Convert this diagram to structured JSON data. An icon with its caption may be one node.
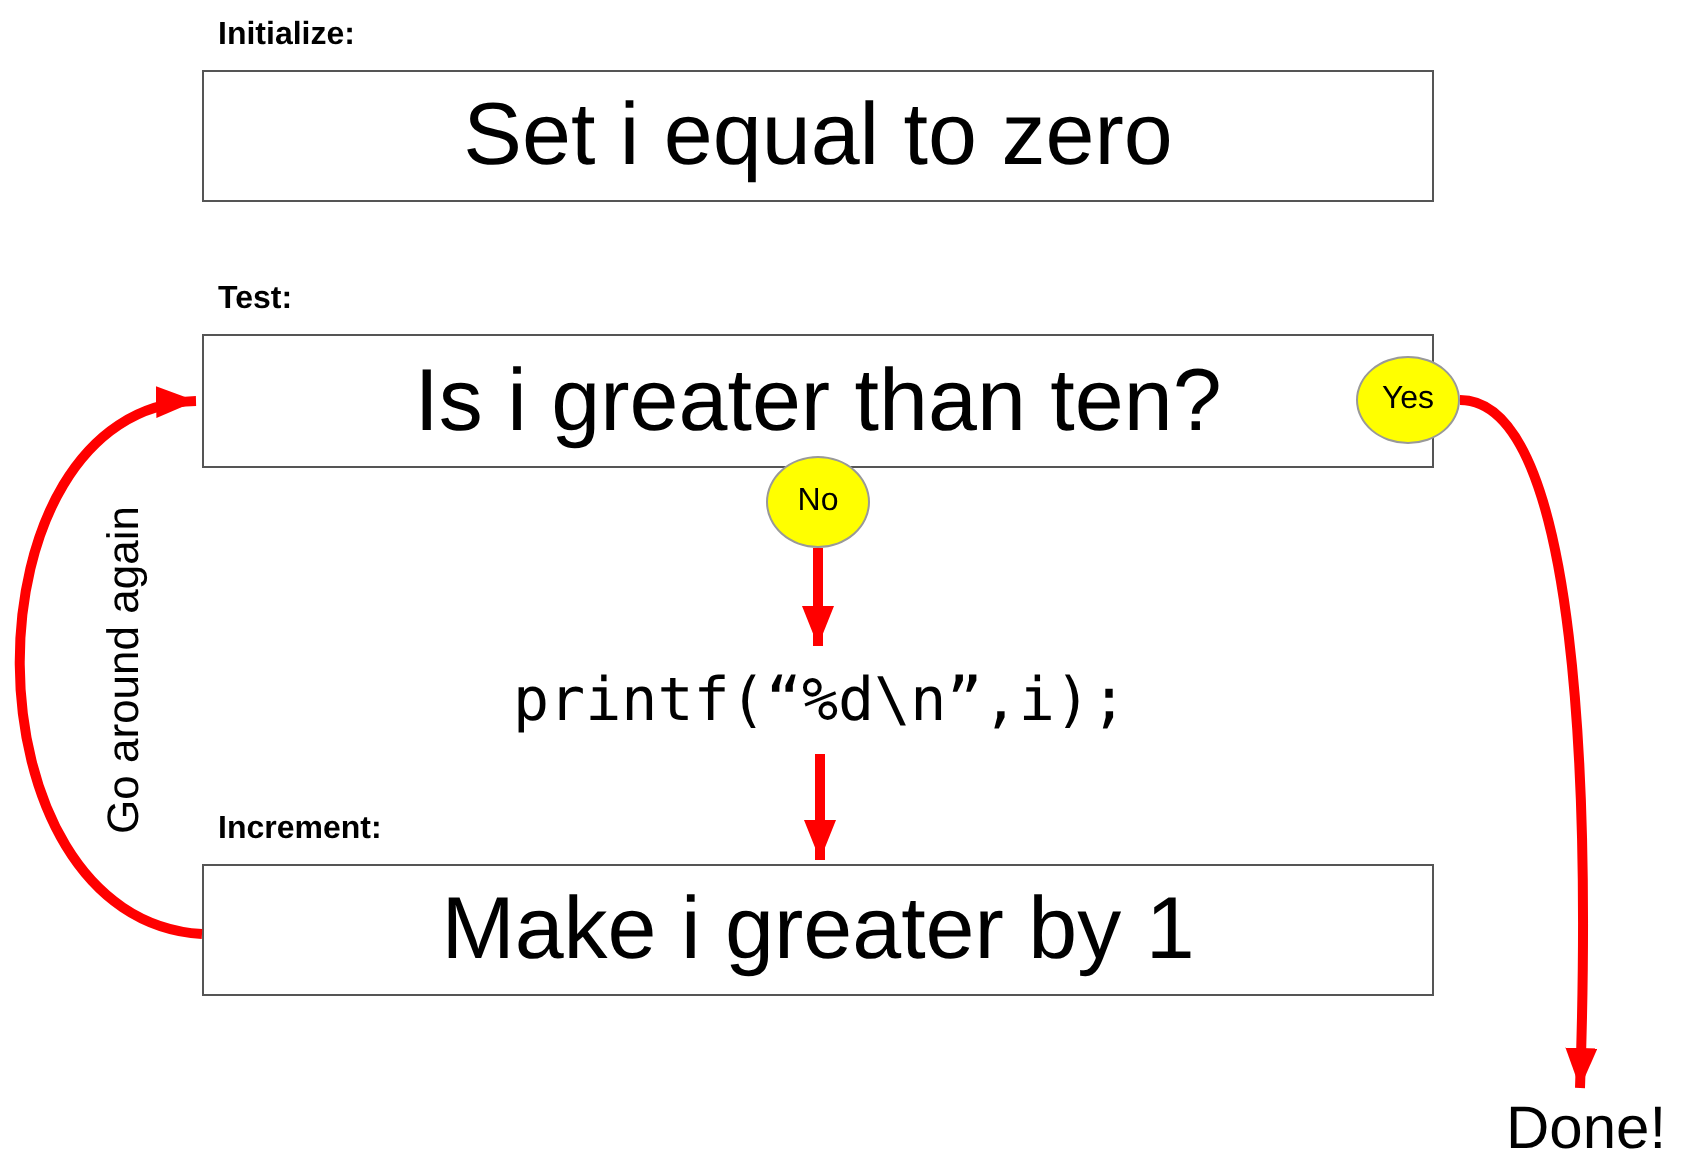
{
  "diagram": {
    "nodes": [
      {
        "text": [
          "Initialize:",
          "Set i equal to zero"
        ]
      },
      {
        "text": [
          "Test:",
          "Is i greater than ten?"
        ]
      },
      {
        "text": [
          "Yes"
        ]
      },
      {
        "text": [
          "No"
        ]
      },
      {
        "text": [
          "printf(“%d\\n”,i);"
        ]
      },
      {
        "text": [
          "Increment:",
          "Make i greater by 1"
        ]
      },
      {
        "text": [
          "Done!"
        ]
      }
    ],
    "edges": [
      {
        "from": 3,
        "to": 4,
        "arrow": "to"
      },
      {
        "from": 4,
        "to": 5,
        "arrow": "to"
      },
      {
        "from": 5,
        "to": 1,
        "arrow": "to",
        "label": "Go around again"
      },
      {
        "from": 2,
        "to": 6,
        "arrow": "to"
      }
    ]
  }
}
